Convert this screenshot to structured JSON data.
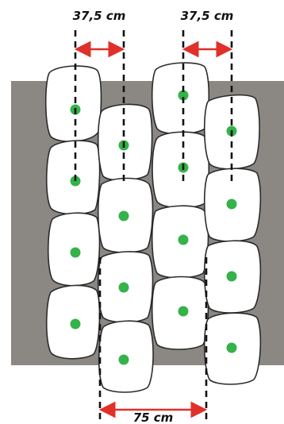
{
  "dimensions": {
    "top_left": "37,5 cm",
    "top_right": "37,5 cm",
    "bottom": "75 cm"
  },
  "colors": {
    "bed": "#8b8783",
    "stone_fill": "#ffffff",
    "stone_stroke": "#2b2b2b",
    "plant_dot": "#35b24a",
    "guide_line": "#111111",
    "dimension_arrow": "#e0302a",
    "label_text": "#111111"
  },
  "layout": {
    "plant_columns": 4,
    "stones_per_column": 4,
    "pattern": "staggered"
  }
}
